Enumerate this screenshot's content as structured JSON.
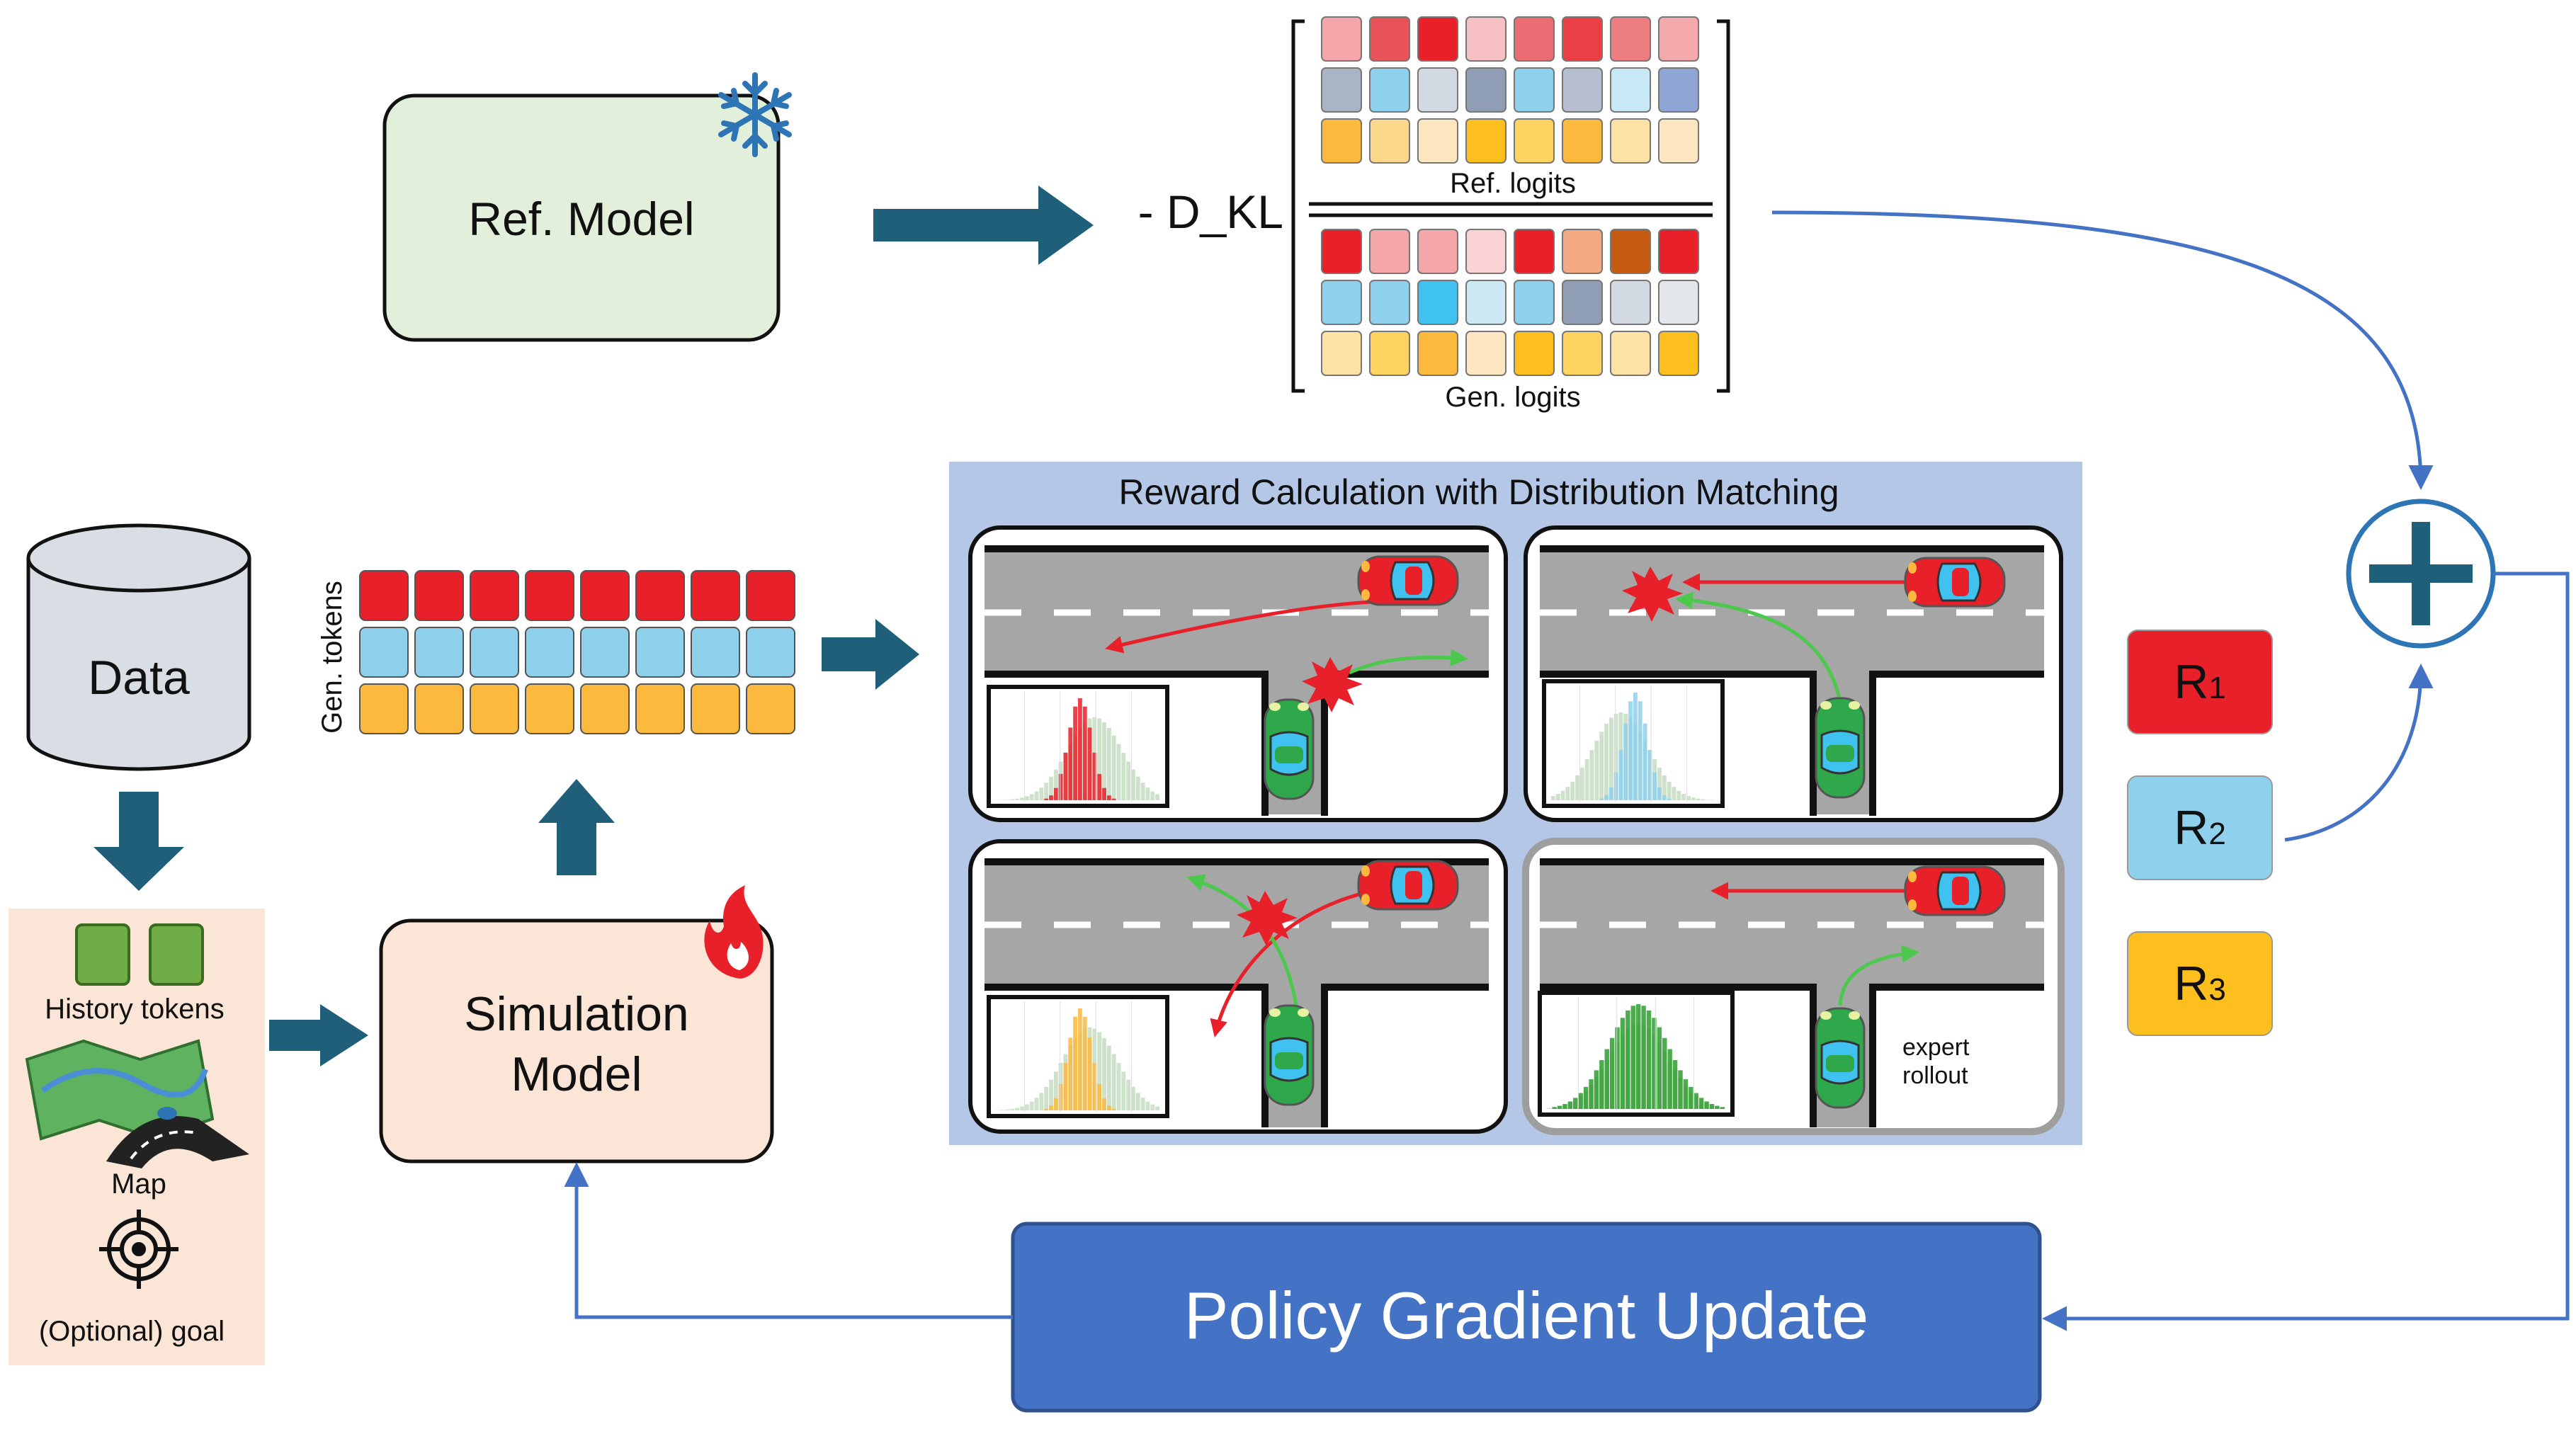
{
  "ref_model": {
    "label": "Ref. Model",
    "status_icon": "snowflake-icon"
  },
  "kl": {
    "label": "- D_KL",
    "numerator_label": "Ref. logits",
    "denominator_label": "Gen. logits",
    "ref_logits": [
      [
        "#f4a6a8",
        "#e8535a",
        "#e8202a",
        "#f7c1c4",
        "#ec6c74",
        "#ea3f45",
        "#ee7d82",
        "#f4a9ab"
      ],
      [
        "#a9b4c6",
        "#8fd0ec",
        "#d3d9e2",
        "#8f9db5",
        "#8fd0ec",
        "#b5bfcf",
        "#c8e8f5",
        "#8ea5d6"
      ],
      [
        "#fbb93e",
        "#fcd88c",
        "#fde6c0",
        "#fcbf1e",
        "#fdd361",
        "#fbb93e",
        "#fde2a6",
        "#fde6c0"
      ]
    ],
    "gen_logits": [
      [
        "#e8202a",
        "#f4a6a8",
        "#f4a6a8",
        "#fbd3d4",
        "#e8202a",
        "#f3a982",
        "#c55a11",
        "#e8202a"
      ],
      [
        "#8fd0ec",
        "#8fd0ec",
        "#3fc2ef",
        "#cde9f6",
        "#8fd0ec",
        "#8f9db5",
        "#d3d9e2",
        "#e3e6ea"
      ],
      [
        "#fde2a6",
        "#fdd361",
        "#fbb93e",
        "#fde6c0",
        "#fcbf1e",
        "#fdd361",
        "#fde2a6",
        "#fcbf1e"
      ]
    ]
  },
  "data_store": {
    "label": "Data"
  },
  "inputs": {
    "history_label": "History tokens",
    "map_label": "Map",
    "goal_label": "(Optional) goal"
  },
  "sim_model": {
    "label_line1": "Simulation",
    "label_line2": "Model",
    "status_icon": "fire-icon"
  },
  "gen_tokens": {
    "label": "Gen. tokens",
    "rows": [
      "#e8202a",
      "#8fd0ec",
      "#fbb93e"
    ],
    "count": 8
  },
  "reward_panel": {
    "title": "Reward Calculation with Distribution Matching",
    "expert_label_line1": "expert",
    "expert_label_line2": "rollout",
    "histogram_colors": [
      "#e8202a",
      "#8fd0ec",
      "#fbb93e",
      "#2e9e2e"
    ]
  },
  "rewards": [
    {
      "base": "R",
      "sub": "1",
      "color": "#e8202a"
    },
    {
      "base": "R",
      "sub": "2",
      "color": "#8fd0ec"
    },
    {
      "base": "R",
      "sub": "3",
      "color": "#fcbf1e"
    }
  ],
  "sum_node": {
    "icon": "plus-icon"
  },
  "policy": {
    "label": "Policy Gradient Update",
    "color": "#4472c4"
  },
  "colors": {
    "arrow": "#1f5f7a",
    "flow": "#4472c4",
    "panel_bg": "#b4c7e7",
    "ref_fill": "#e2efda",
    "sim_fill": "#fbe5d6",
    "input_bg": "#fbe5d6",
    "road": "#a6a6a6"
  }
}
